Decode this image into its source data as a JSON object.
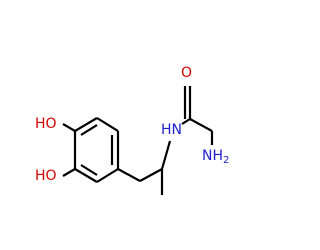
{
  "molecule": {
    "labels": {
      "ho_top": "HO",
      "ho_bottom": "HO",
      "amide_nh": "HN",
      "carbonyl_o": "O",
      "amine_nh2": "NH2"
    },
    "colors": {
      "bond": "#000000",
      "oxygen": "#d60000",
      "nitrogen": "#2020d0",
      "background": "#ffffff"
    }
  }
}
